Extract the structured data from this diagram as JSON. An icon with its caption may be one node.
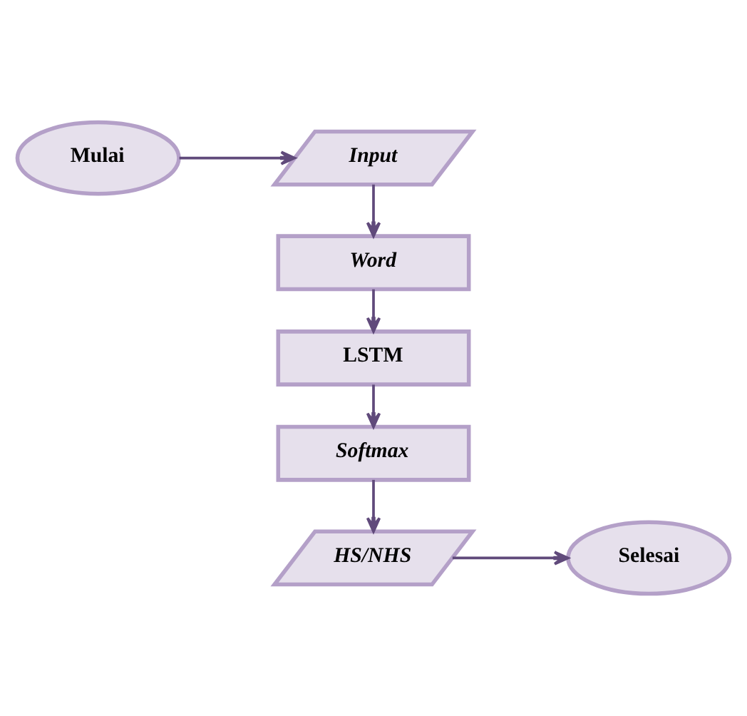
{
  "diagram": {
    "nodes": [
      {
        "text": [
          "Mulai"
        ]
      },
      {
        "text": [
          "Input"
        ]
      },
      {
        "text": [
          "Word"
        ]
      },
      {
        "text": [
          "LSTM"
        ]
      },
      {
        "text": [
          "Softmax"
        ]
      },
      {
        "text": [
          "HS/NHS"
        ]
      },
      {
        "text": [
          "Selesai"
        ]
      }
    ],
    "edges": [
      {
        "from": 0,
        "to": 1,
        "arrow": "to"
      },
      {
        "from": 1,
        "to": 2,
        "arrow": "to"
      },
      {
        "from": 2,
        "to": 3,
        "arrow": "to"
      },
      {
        "from": 3,
        "to": 4,
        "arrow": "to"
      },
      {
        "from": 4,
        "to": 5,
        "arrow": "to"
      },
      {
        "from": 5,
        "to": 6,
        "arrow": "to"
      }
    ]
  }
}
